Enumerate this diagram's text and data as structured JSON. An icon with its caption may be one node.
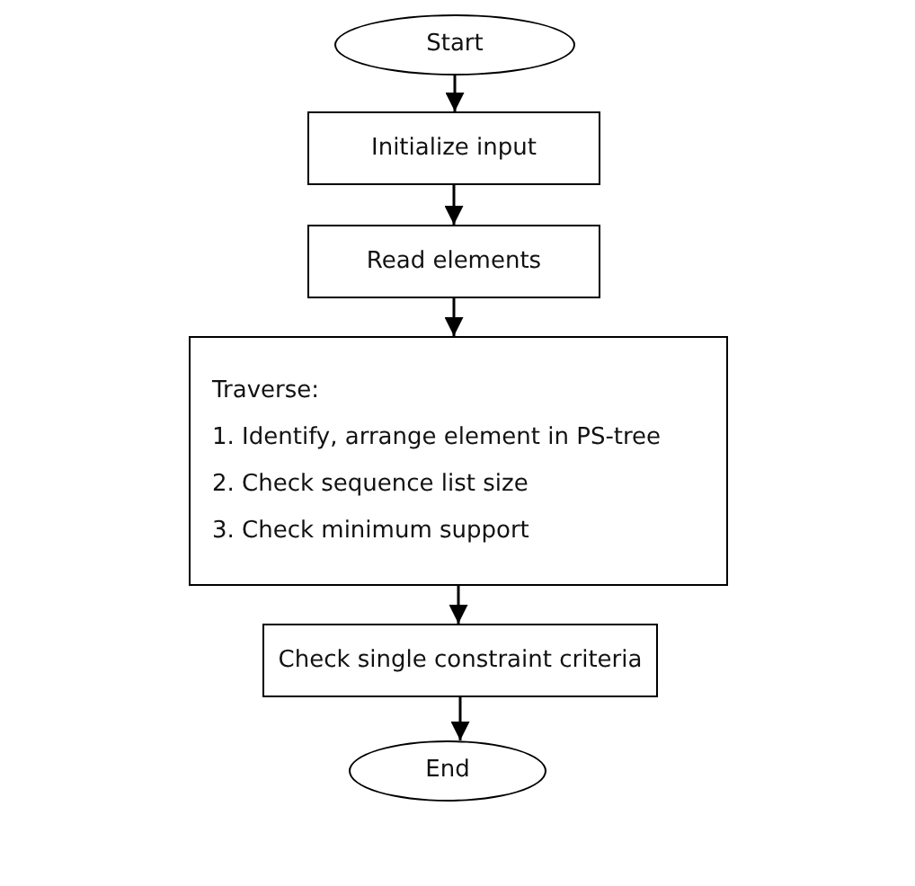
{
  "diagram": {
    "nodes": [
      {
        "text": [
          "Start"
        ]
      },
      {
        "text": [
          "Initialize input"
        ]
      },
      {
        "text": [
          "Read elements"
        ]
      },
      {
        "text": [
          "Traverse:",
          "1. Identify, arrange element in PS-tree",
          "2. Check sequence list size",
          "3. Check minimum support"
        ]
      },
      {
        "text": [
          "Check single constraint criteria"
        ]
      },
      {
        "text": [
          "End"
        ]
      }
    ],
    "edges": [
      {
        "from": 0,
        "to": 1,
        "arrow": "to"
      },
      {
        "from": 1,
        "to": 2,
        "arrow": "to"
      },
      {
        "from": 2,
        "to": 3,
        "arrow": "to"
      },
      {
        "from": 3,
        "to": 4,
        "arrow": "to"
      },
      {
        "from": 4,
        "to": 5,
        "arrow": "to"
      }
    ]
  }
}
